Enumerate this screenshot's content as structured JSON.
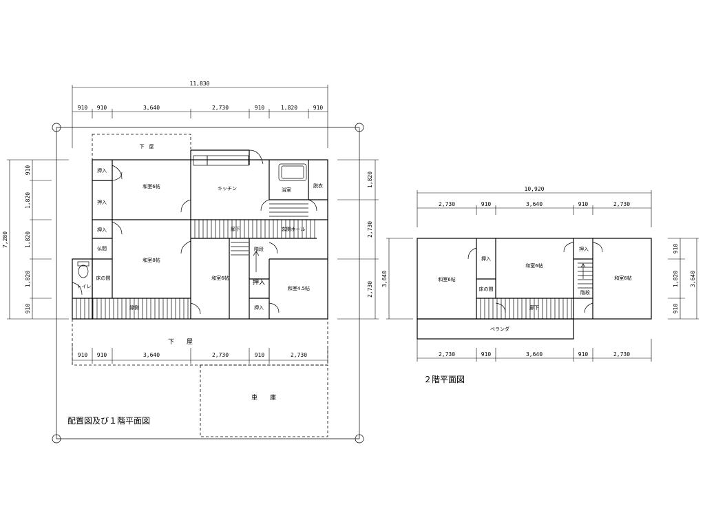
{
  "titles": {
    "floor1": "配置図及び１階平面図",
    "floor2": "２階平面図"
  },
  "floor1": {
    "overall_width": "11,830",
    "top_dims": [
      "910",
      "910",
      "3,640",
      "2,730",
      "910",
      "1,820",
      "910"
    ],
    "bottom_dims": [
      "910",
      "910",
      "3,640",
      "2,730",
      "910",
      "2,730"
    ],
    "left_overall": "7,280",
    "left_dims": [
      "910",
      "1,820",
      "1,820",
      "1,820",
      "910"
    ],
    "right_dims": [
      "1,820",
      "2,730",
      "2,730"
    ],
    "rooms": {
      "shimoya_top": "下　屋",
      "oshiire1": "押入",
      "oshiire2": "押入",
      "oshiire3": "押入",
      "washitsu6_a": "和室6帖",
      "butsuma": "仏間",
      "washitsu8": "和室8帖",
      "tokonoma": "床の間",
      "toilet": "トイレ",
      "engawa": "縁側",
      "kitchen": "キッチン",
      "yokushitsu": "浴室",
      "datsui": "脱衣",
      "rouka": "廊下",
      "genkan": "玄関ホール",
      "kaidan": "階段",
      "washitsu6_b": "和室6帖",
      "oshiire4": "押入",
      "oshiire5": "押入",
      "washitsu45": "和室4.5帖",
      "shimoya_bottom": "下　　屋",
      "garage": "車　　庫"
    }
  },
  "floor2": {
    "overall_width": "10,920",
    "top_dims": [
      "2,730",
      "910",
      "3,640",
      "910",
      "2,730"
    ],
    "bottom_dims": [
      "2,730",
      "910",
      "3,640",
      "910",
      "2,730"
    ],
    "left_overall": "3,640",
    "right_dims": [
      "910",
      "1,820",
      "910"
    ],
    "right_overall": "3,640",
    "rooms": {
      "washitsu6_l": "和室6帖",
      "oshiire_l": "押入",
      "tokonoma": "床の間",
      "washitsu6_c": "和室6帖",
      "oshiire_r": "押入",
      "kaidan": "階段",
      "washitsu6_r": "和室6帖",
      "rouka": "廊下",
      "veranda": "ベランダ"
    }
  }
}
